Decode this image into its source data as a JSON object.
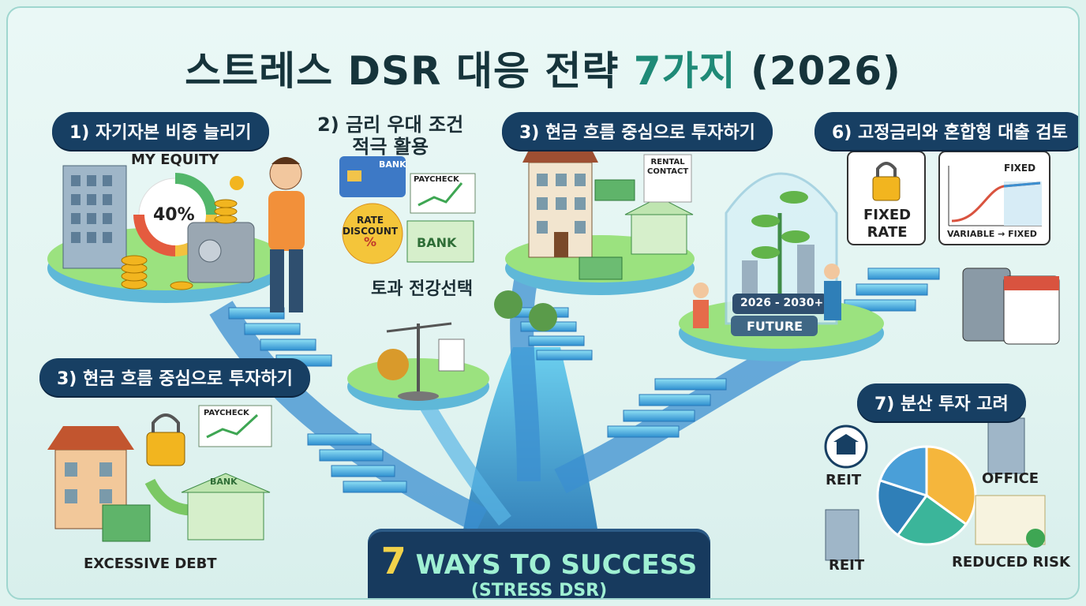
{
  "title": {
    "main": "스트레스 DSR 대응 전략 ",
    "accent": "7가지",
    "year": " (2026)"
  },
  "steps": {
    "s1": "1) 자기자본 비중 늘리기",
    "s2_line1": "2) 금리 우대 조건",
    "s2_line2": "적극 활용",
    "s3_top": "3) 현금 흐름 중심으로 투자하기",
    "s3_left": "3) 현금 흐름 중심으로 투자하기",
    "s6": "6) 고정금리와 혼합형 대출 검토",
    "s7": "7) 분산 투자 고려",
    "s2_bottom": "토과 전강선택"
  },
  "labels": {
    "my_equity": "MY EQUITY",
    "equity_pct": "40%",
    "bank_card": "BANK",
    "paycheck": "PAYCHECK",
    "rate_discount_1": "RATE",
    "rate_discount_2": "DISCOUNT",
    "percent": "%",
    "bank_sign": "BANK",
    "rental_1": "RENTAL",
    "rental_2": "CONTACT",
    "future_years": "2026 - 2030+",
    "future": "FUTURE",
    "fixed_rate_1": "FIXED",
    "fixed_rate_2": "RATE",
    "fixed_chart": "FIXED",
    "variable_fixed": "VARIABLE → FIXED",
    "paycheck_left": "PAYCHECK",
    "bank_left": "BANK",
    "excessive_debt": "EXCESSIVE DEBT",
    "reit_top": "REIT",
    "reit_bottom": "REIT",
    "office": "OFFICE",
    "reduced_risk": "REDUCED RISK"
  },
  "banner": {
    "seven": "7",
    "big": " WAYS TO SUCCESS",
    "small": "(STRESS DSR)"
  },
  "colors": {
    "navy": "#173f63",
    "teal": "#1f8a77",
    "stairs": "#4fb6e6",
    "platform": "#7fd3d8",
    "grass": "#8fd37a"
  },
  "pie": {
    "slices": [
      35,
      25,
      20,
      20
    ],
    "colors": [
      "#f5b63c",
      "#3bb59a",
      "#2f7fb8",
      "#4a9fd8"
    ]
  }
}
